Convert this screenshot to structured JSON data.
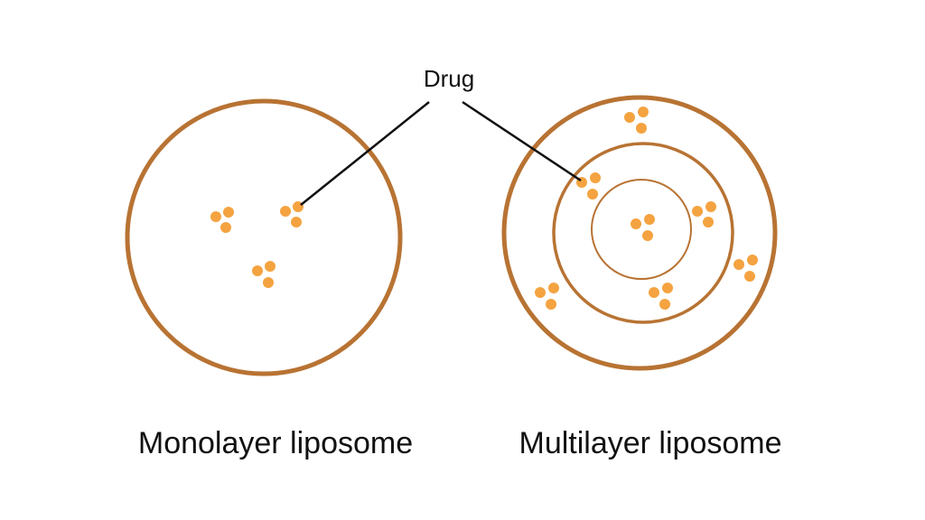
{
  "labels": {
    "drug": "Drug",
    "monolayer": "Monolayer liposome",
    "multilayer": "Multilayer liposome"
  },
  "colors": {
    "membrane": "#b87333",
    "drug": "#f4a340",
    "pointer_line": "#111111",
    "text": "#111111"
  },
  "liposomes": {
    "monolayer": {
      "layers": 1,
      "drug_clusters": 3
    },
    "multilayer": {
      "layers": 3,
      "drug_clusters": 7
    }
  }
}
